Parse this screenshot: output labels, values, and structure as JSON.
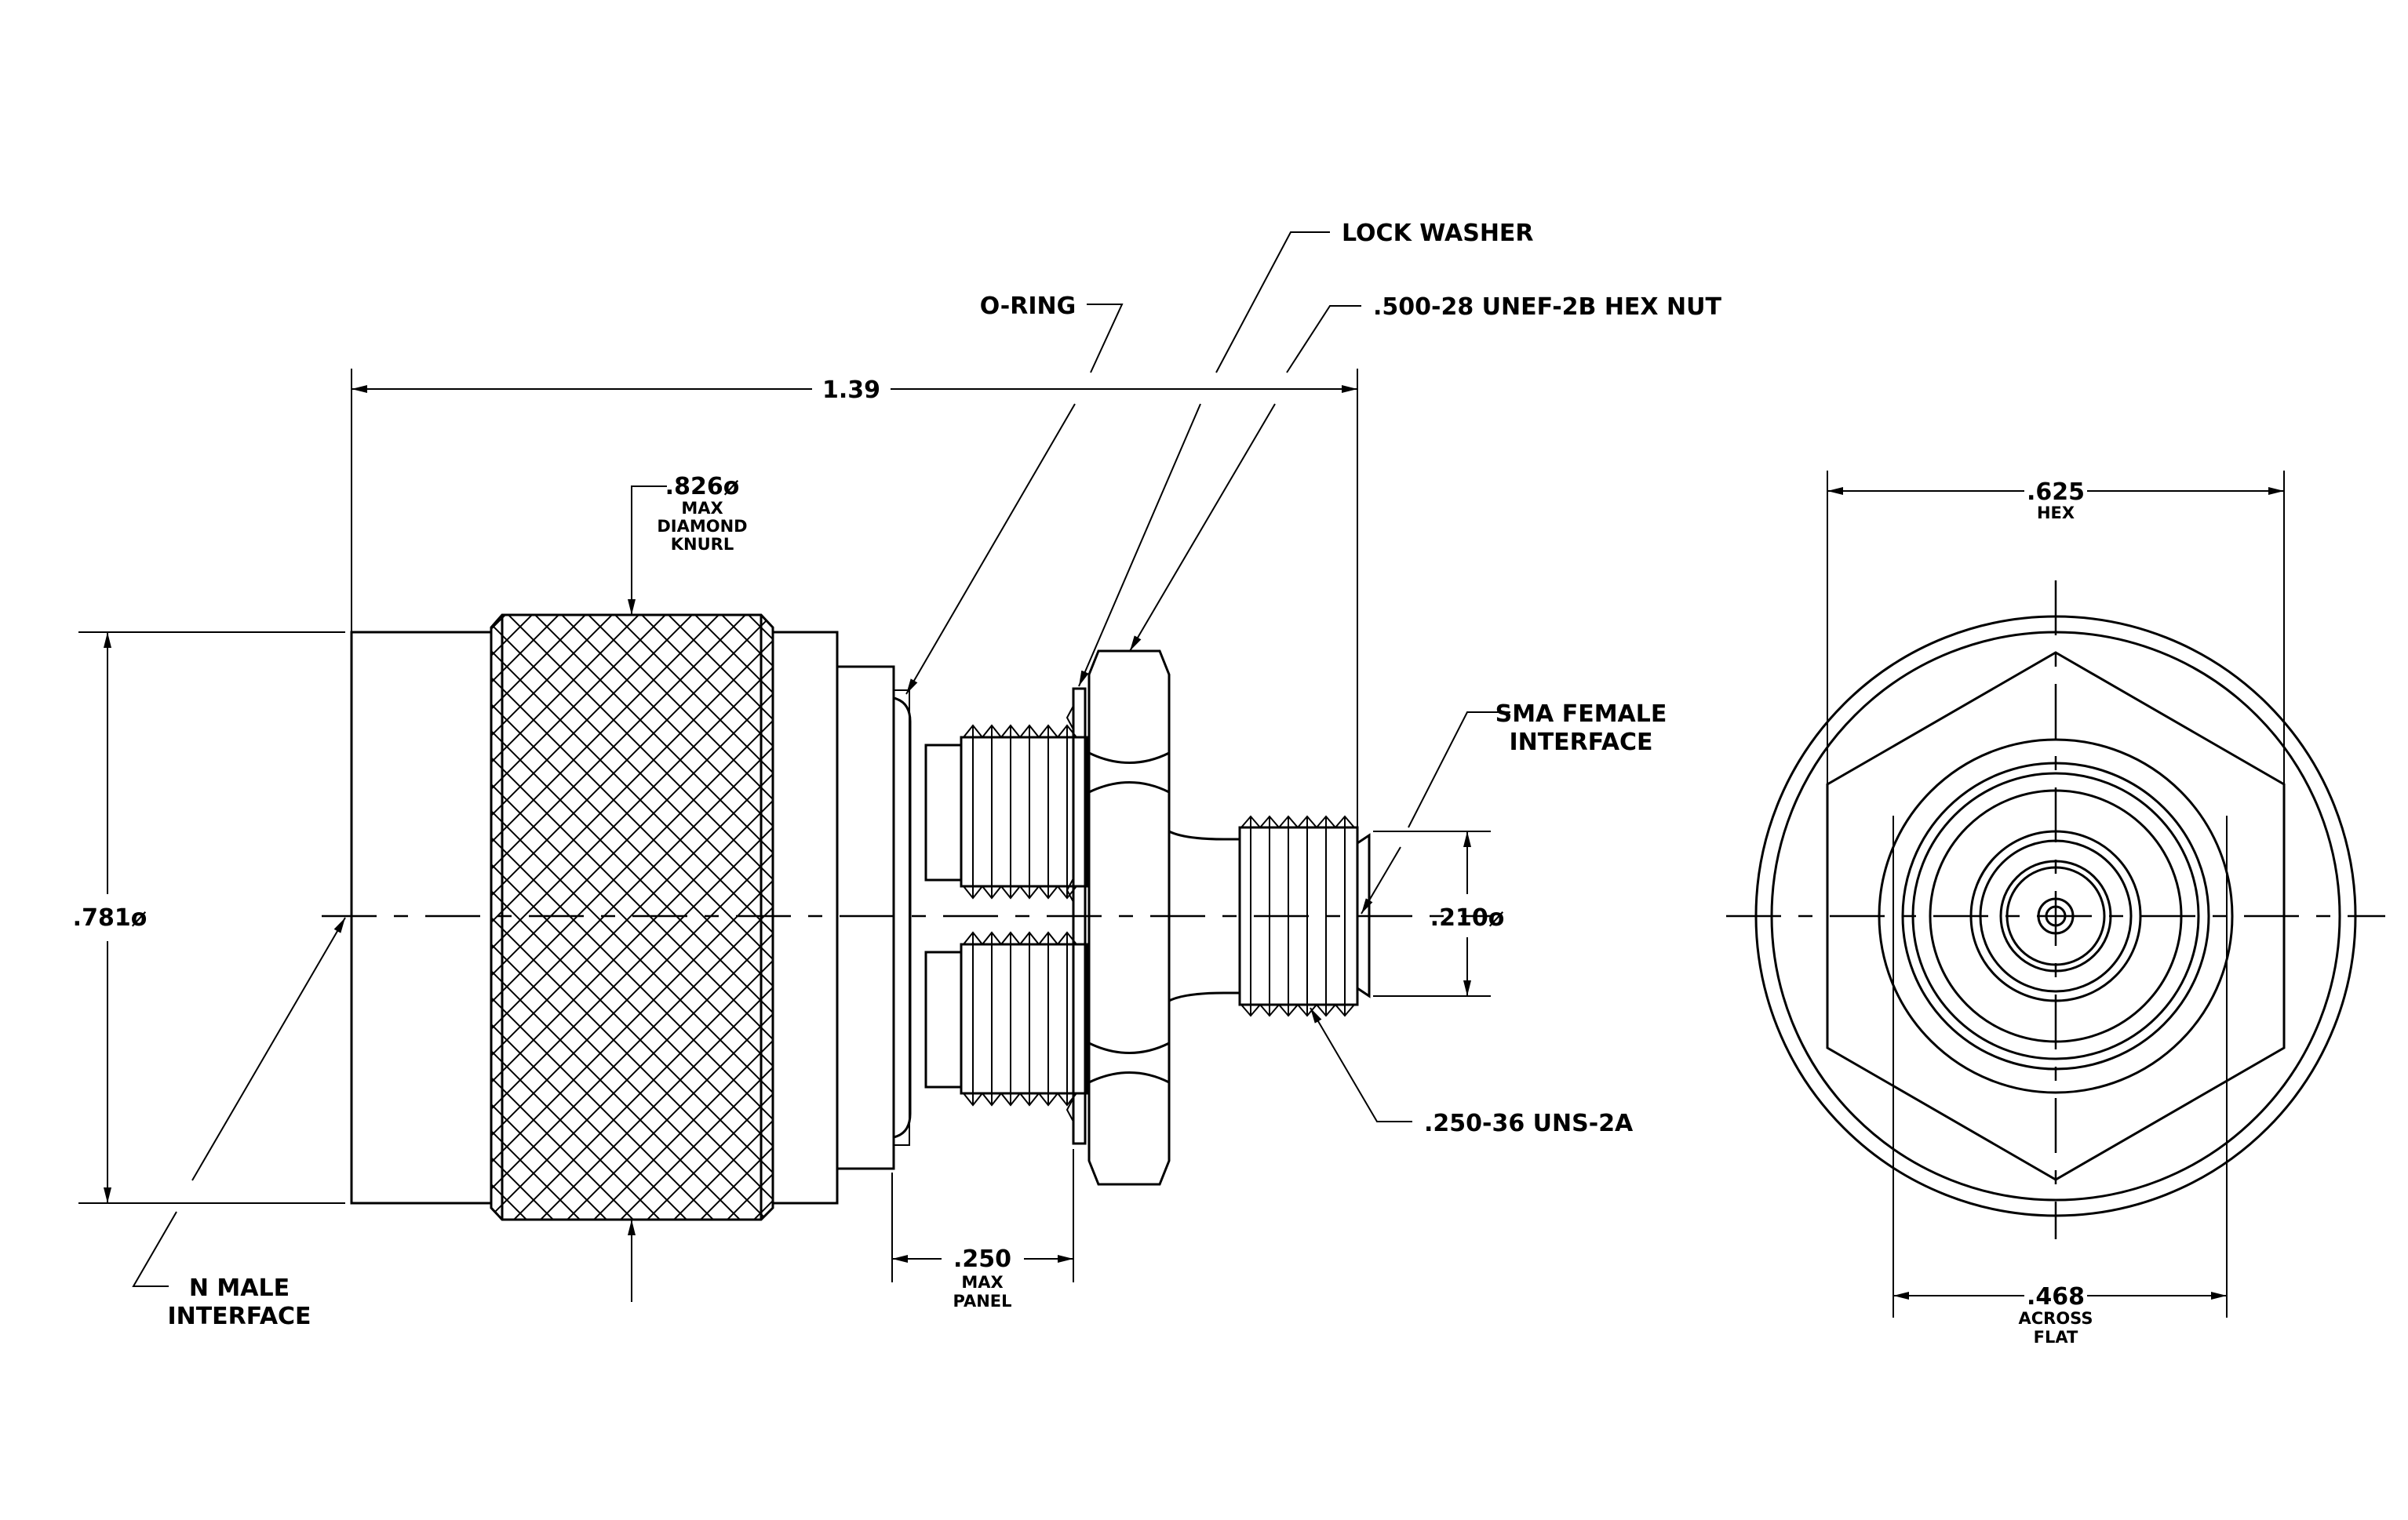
{
  "side_view": {
    "overall_length": "1.39",
    "body_diameter": ".781ø",
    "knurl_dia": ".826ø",
    "knurl_note_1": "MAX",
    "knurl_note_2": "DIAMOND",
    "knurl_note_3": "KNURL",
    "o_ring": "O-RING",
    "lock_washer": "LOCK WASHER",
    "hex_nut": ".500-28 UNEF-2B HEX NUT",
    "sma_1": "SMA FEMALE",
    "sma_2": "INTERFACE",
    "sma_diameter": ".210ø",
    "sma_thread": ".250-36 UNS-2A",
    "panel_dim": ".250",
    "panel_note_1": "MAX",
    "panel_note_2": "PANEL",
    "n_male_1": "N MALE",
    "n_male_2": "INTERFACE"
  },
  "end_view": {
    "hex_dim": ".625",
    "hex_note": "HEX",
    "flat_dim": ".468",
    "flat_note_1": "ACROSS",
    "flat_note_2": "FLAT"
  }
}
